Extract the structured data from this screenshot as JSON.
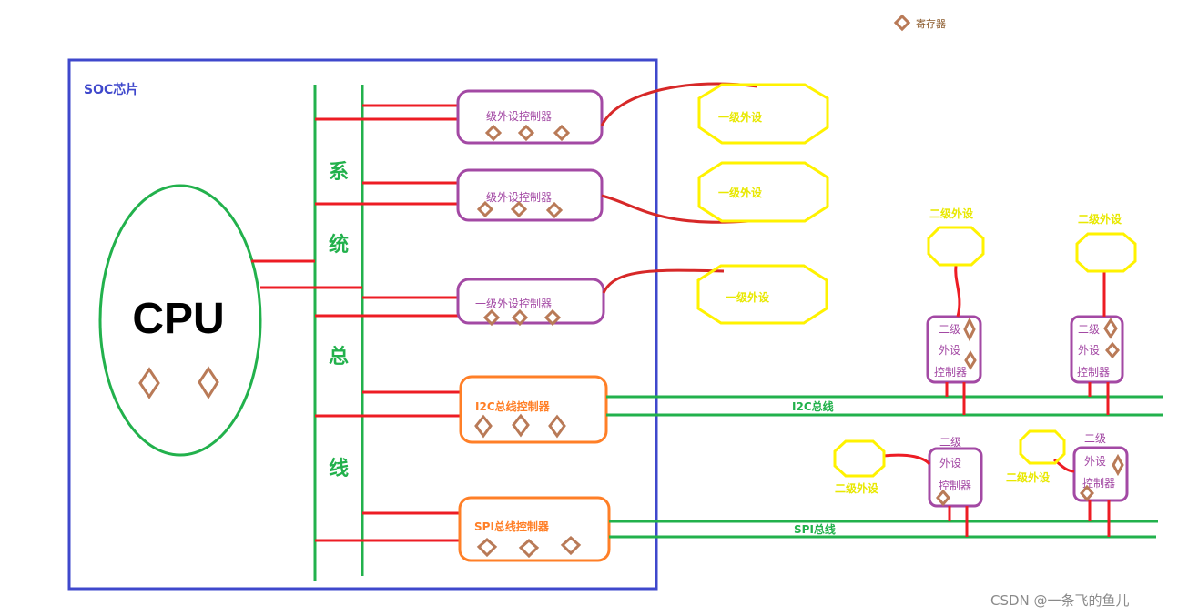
{
  "legend": {
    "label": "寄存器"
  },
  "soc": {
    "label": "SOC芯片"
  },
  "cpu": {
    "label": "CPU"
  },
  "system_bus": {
    "chars": [
      "系",
      "统",
      "总",
      "线"
    ]
  },
  "primary_controllers": [
    {
      "label": "一级外设控制器"
    },
    {
      "label": "一级外设控制器"
    },
    {
      "label": "一级外设控制器"
    }
  ],
  "primary_peripherals": [
    {
      "label": "一级外设"
    },
    {
      "label": "一级外设"
    },
    {
      "label": "一级外设"
    }
  ],
  "i2c": {
    "controller_label": "I2C总线控制器",
    "bus_label": "I2C总线"
  },
  "spi": {
    "controller_label": "SPI总线控制器",
    "bus_label": "SPI总线"
  },
  "secondary_peripheral_label": "二级外设",
  "secondary_controller_lines": [
    "二级",
    "外设",
    "控制器"
  ],
  "watermark": "CSDN @一条飞的鱼儿",
  "colors": {
    "soc_border": "#3f48cc",
    "bus_green": "#22b14c",
    "link_red": "#ed1c24",
    "controller_purple": "#a349a4",
    "controller_orange": "#ff7f27",
    "peripheral_yellow": "#fff200",
    "register_brown": "#b97a57"
  }
}
